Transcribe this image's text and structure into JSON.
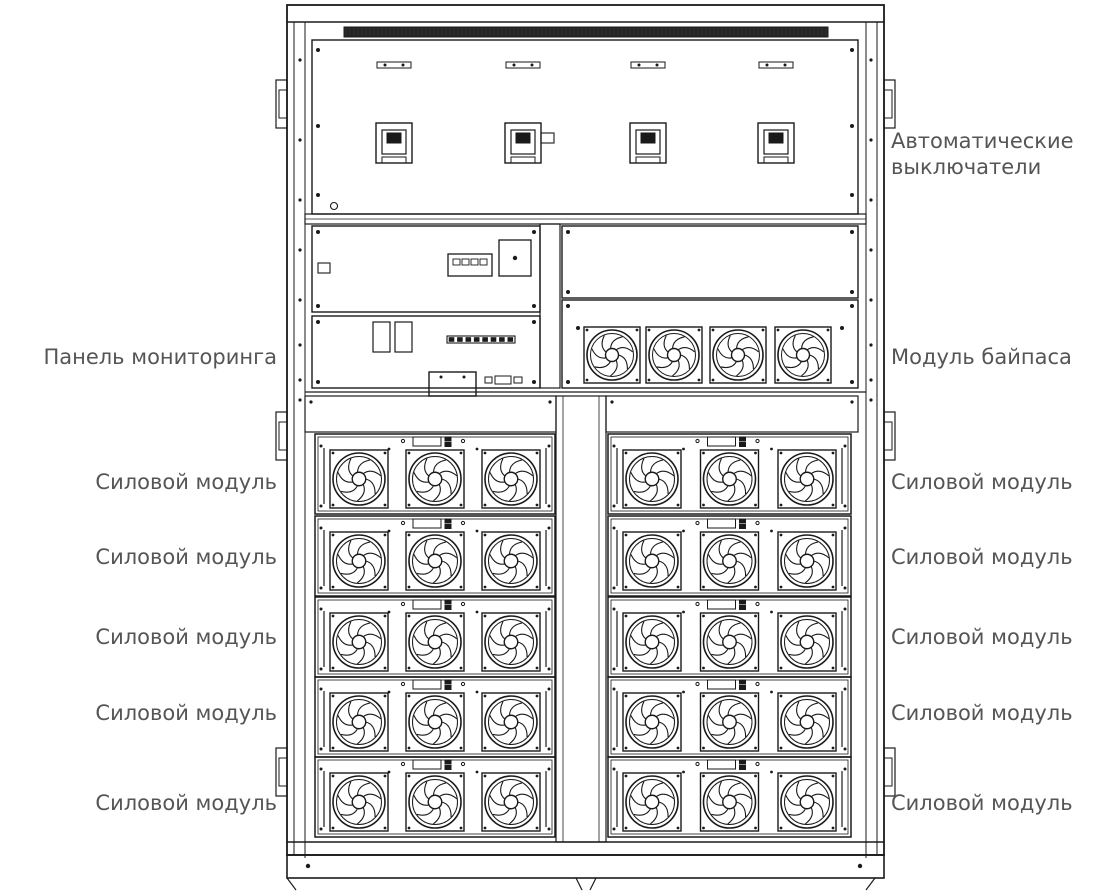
{
  "labels": {
    "breakers": "Автоматические\nвыключатели",
    "monitoring_panel": "Панель мониторинга",
    "bypass_module": "Модуль байпаса",
    "power_module": "Силовой модуль"
  },
  "left_modules": [
    {
      "label": "Силовой модуль"
    },
    {
      "label": "Силовой модуль"
    },
    {
      "label": "Силовой модуль"
    },
    {
      "label": "Силовой модуль"
    },
    {
      "label": "Силовой модуль"
    }
  ],
  "right_modules": [
    {
      "label": "Силовой модуль"
    },
    {
      "label": "Силовой модуль"
    },
    {
      "label": "Силовой модуль"
    },
    {
      "label": "Силовой модуль"
    },
    {
      "label": "Силовой модуль"
    }
  ],
  "breaker_count": 4,
  "bypass_fan_count": 4,
  "fans_per_power_module": 3,
  "colors": {
    "line": "#1a1a1a",
    "label_text": "#555555",
    "background": "#ffffff"
  }
}
